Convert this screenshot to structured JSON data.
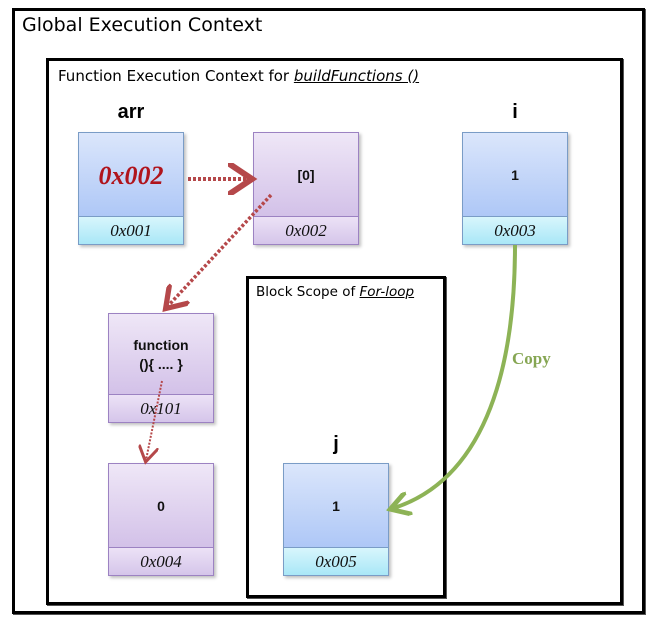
{
  "global_context": {
    "title": "Global Execution Context"
  },
  "function_context": {
    "title_prefix": "Function Execution Context for ",
    "function_name": "buildFunctions  ()"
  },
  "block_scope": {
    "title_prefix": "Block Scope of ",
    "scope_name": "For-loop"
  },
  "variables": {
    "arr": {
      "name": "arr",
      "value": "0x002",
      "address": "0x001"
    },
    "array_object": {
      "value": "[0]",
      "address": "0x002"
    },
    "i": {
      "name": "i",
      "value": "1",
      "address": "0x003"
    },
    "function_object": {
      "value_line1": "function",
      "value_line2": "(){ .... }",
      "address": "0x101"
    },
    "number_object": {
      "value": "0",
      "address": "0x004"
    },
    "j": {
      "name": "j",
      "value": "1",
      "address": "0x005"
    }
  },
  "arrows": {
    "copy_label": "Copy",
    "reference_color": "#b5484a",
    "copy_color": "#8db356"
  }
}
